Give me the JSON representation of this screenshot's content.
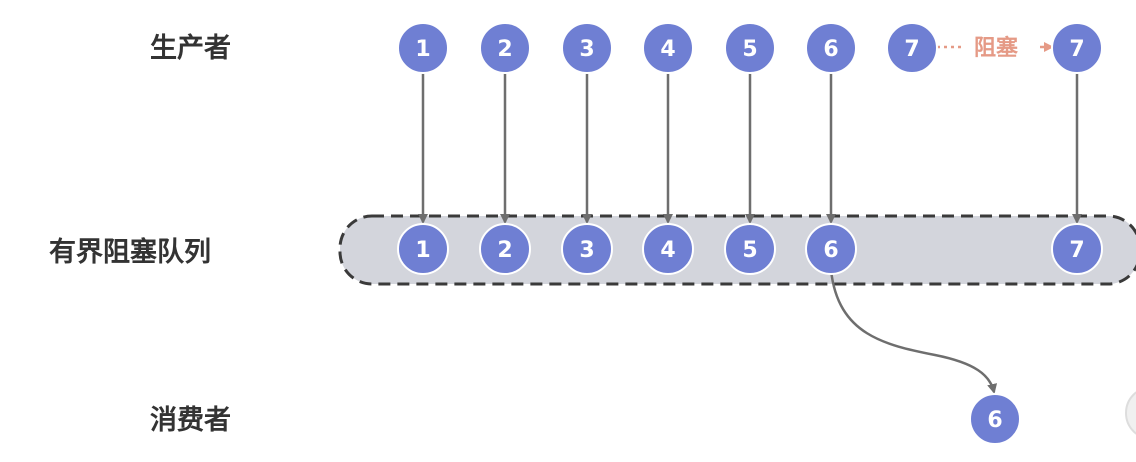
{
  "labels": {
    "producer": "生产者",
    "queue": "有界阻塞队列",
    "consumer": "消费者",
    "blocked": "阻塞"
  },
  "producer_items": [
    "1",
    "2",
    "3",
    "4",
    "5",
    "6",
    "7"
  ],
  "blocked_item": "7",
  "queue_items": [
    "1",
    "2",
    "3",
    "4",
    "5",
    "6",
    "7"
  ],
  "consumer_item": "6",
  "colors": {
    "node": "#6f7fd3",
    "node_border": "#ffffff",
    "arrow": "#6e6e6e",
    "queue_fill": "#d3d5dc",
    "queue_border": "#3a3a3a",
    "blocked": "#e59a86",
    "label": "#333333"
  }
}
